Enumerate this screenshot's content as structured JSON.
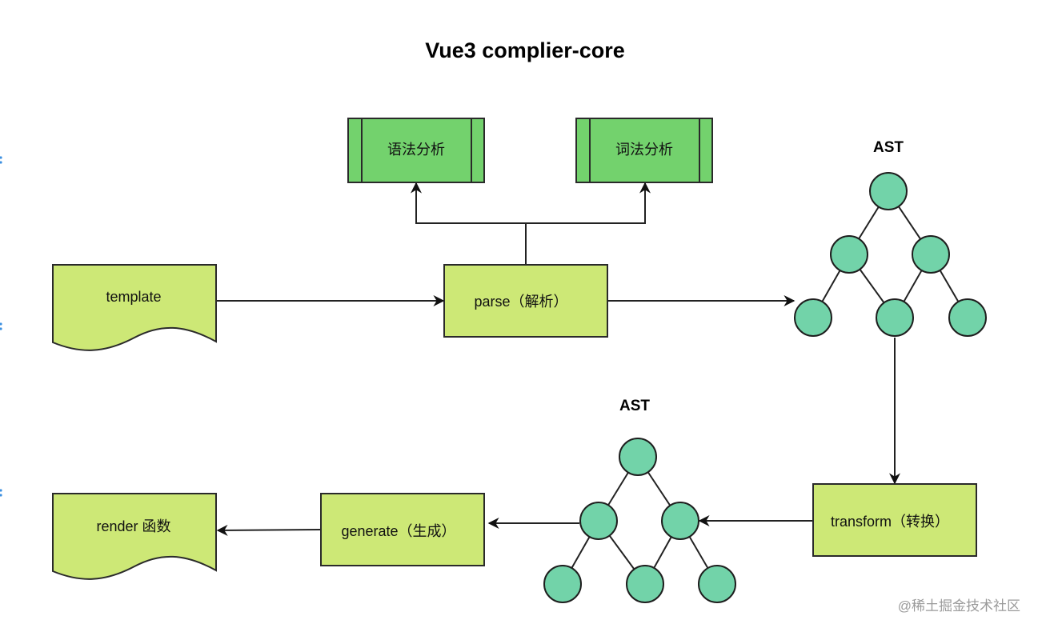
{
  "title": "Vue3 complier-core",
  "colors": {
    "process_fill": "#cde876",
    "subprocess_fill": "#73d26d",
    "ast_node_fill": "#72d3a9",
    "stroke": "#222222",
    "watermark": "#9a9a9a",
    "edge_marker": "#3b8fe0"
  },
  "nodes": {
    "template": {
      "label": "template",
      "shape": "document"
    },
    "parse": {
      "label": "parse（解析）",
      "shape": "process"
    },
    "syntax_analysis": {
      "label": "语法分析",
      "shape": "predefined-process"
    },
    "lexical_analysis": {
      "label": "词法分析",
      "shape": "predefined-process"
    },
    "ast_top": {
      "label": "AST",
      "shape": "tree"
    },
    "transform": {
      "label": "transform（转换）",
      "shape": "process"
    },
    "ast_bottom": {
      "label": "AST",
      "shape": "tree"
    },
    "generate": {
      "label": "generate（生成）",
      "shape": "process"
    },
    "render": {
      "label": "render 函数",
      "shape": "document"
    }
  },
  "edges": [
    {
      "from": "template",
      "to": "parse"
    },
    {
      "from": "parse",
      "to": "syntax_analysis"
    },
    {
      "from": "parse",
      "to": "lexical_analysis"
    },
    {
      "from": "parse",
      "to": "ast_top"
    },
    {
      "from": "ast_top",
      "to": "transform"
    },
    {
      "from": "transform",
      "to": "ast_bottom"
    },
    {
      "from": "ast_bottom",
      "to": "generate"
    },
    {
      "from": "generate",
      "to": "render"
    }
  ],
  "ast_tree": {
    "levels": [
      1,
      2,
      3
    ],
    "links": [
      [
        0,
        1
      ],
      [
        0,
        2
      ],
      [
        1,
        3
      ],
      [
        1,
        4
      ],
      [
        2,
        4
      ],
      [
        2,
        5
      ]
    ]
  },
  "watermark": "@稀土掘金技术社区"
}
